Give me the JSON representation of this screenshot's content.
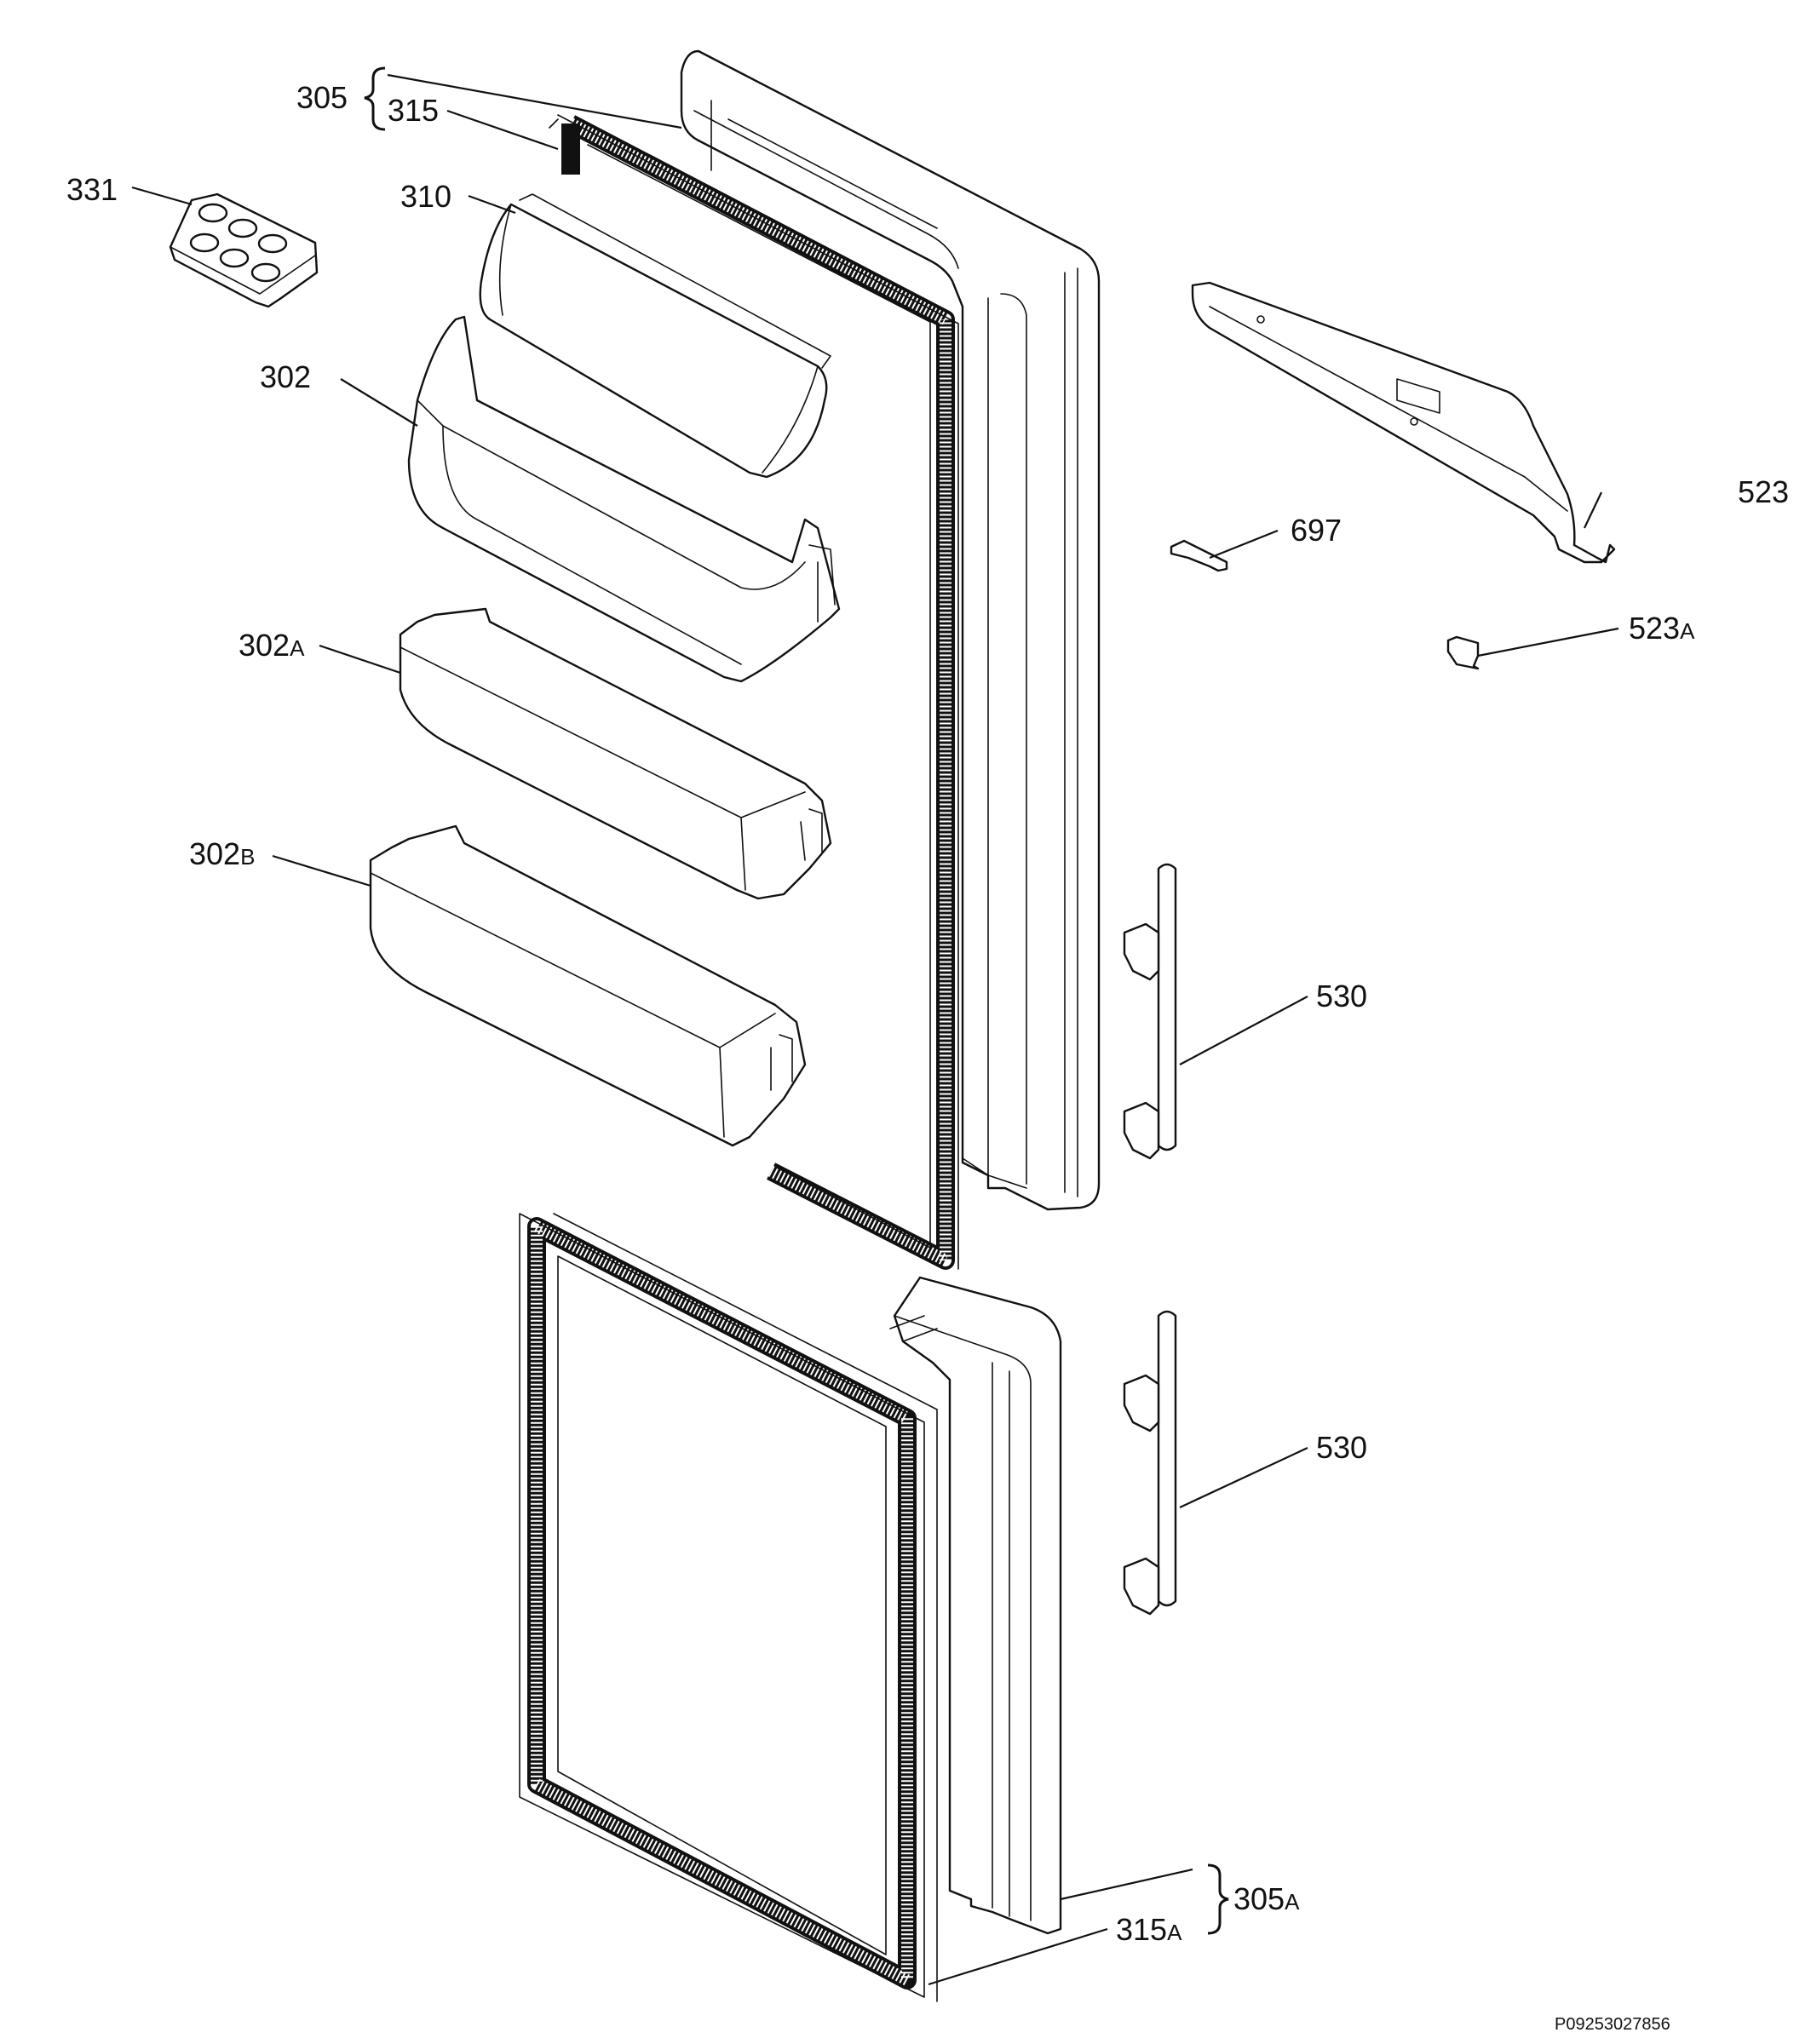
{
  "labels": {
    "l305": "305",
    "l315": "315",
    "l331": "331",
    "l310": "310",
    "l302": "302",
    "l302a_num": "302",
    "l302a_suf": "A",
    "l302b_num": "302",
    "l302b_suf": "B",
    "l523": "523",
    "l697": "697",
    "l523a_num": "523",
    "l523a_suf": "A",
    "l530_top": "530",
    "l530_bottom": "530",
    "l305a_num": "305",
    "l305a_suf": "A",
    "l315a_num": "315",
    "l315a_suf": "A"
  },
  "drawing_code": "P09253027856"
}
